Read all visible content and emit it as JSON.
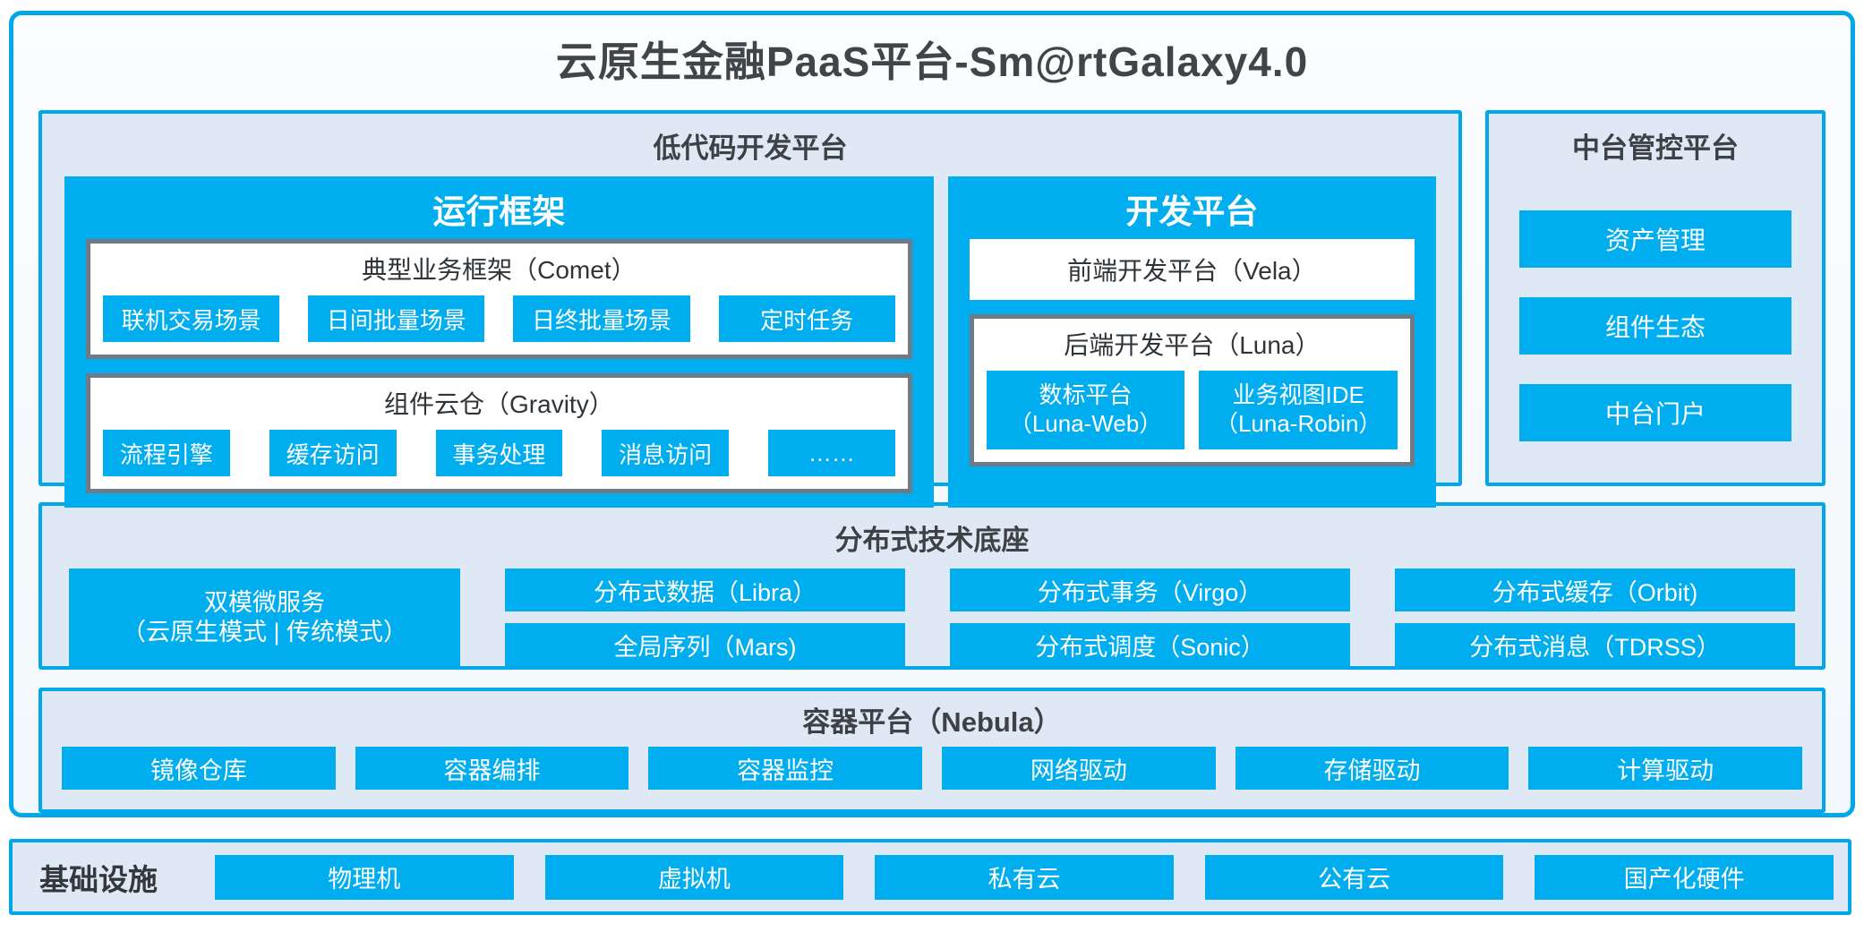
{
  "title": "云原生金融PaaS平台-Sm@rtGalaxy4.0",
  "colors": {
    "accent": "#00AEEF",
    "panel_bg": "#DFE9F5",
    "box_border_gray": "#6E7B87",
    "dark_text": "#3D4246",
    "white": "#FFFFFF"
  },
  "lowcode": {
    "header": "低代码开发平台",
    "runtime": {
      "header": "运行框架",
      "comet": {
        "title": "典型业务框架（Comet）",
        "items": [
          "联机交易场景",
          "日间批量场景",
          "日终批量场景",
          "定时任务"
        ]
      },
      "gravity": {
        "title": "组件云仓（Gravity）",
        "items": [
          "流程引擎",
          "缓存访问",
          "事务处理",
          "消息访问",
          "……"
        ]
      }
    },
    "dev": {
      "header": "开发平台",
      "vela": "前端开发平台（Vela）",
      "luna": {
        "title": "后端开发平台（Luna）",
        "items": [
          {
            "line1": "数标平台",
            "line2": "（Luna-Web）"
          },
          {
            "line1": "业务视图IDE",
            "line2": "（Luna-Robin）"
          }
        ]
      }
    }
  },
  "midplatform": {
    "header": "中台管控平台",
    "items": [
      "资产管理",
      "组件生态",
      "中台门户"
    ]
  },
  "distributed": {
    "header": "分布式技术底座",
    "dual": {
      "line1": "双模微服务",
      "line2": "（云原生模式 | 传统模式）"
    },
    "col1": [
      "分布式数据（Libra）",
      "全局序列（Mars)"
    ],
    "col2": [
      "分布式事务（Virgo）",
      "分布式调度（Sonic）"
    ],
    "col3": [
      "分布式缓存（Orbit)",
      "分布式消息（TDRSS）"
    ]
  },
  "container_platform": {
    "header": "容器平台（Nebula）",
    "items": [
      "镜像仓库",
      "容器编排",
      "容器监控",
      "网络驱动",
      "存储驱动",
      "计算驱动"
    ]
  },
  "infrastructure": {
    "label": "基础设施",
    "items": [
      "物理机",
      "虚拟机",
      "私有云",
      "公有云",
      "国产化硬件"
    ]
  }
}
